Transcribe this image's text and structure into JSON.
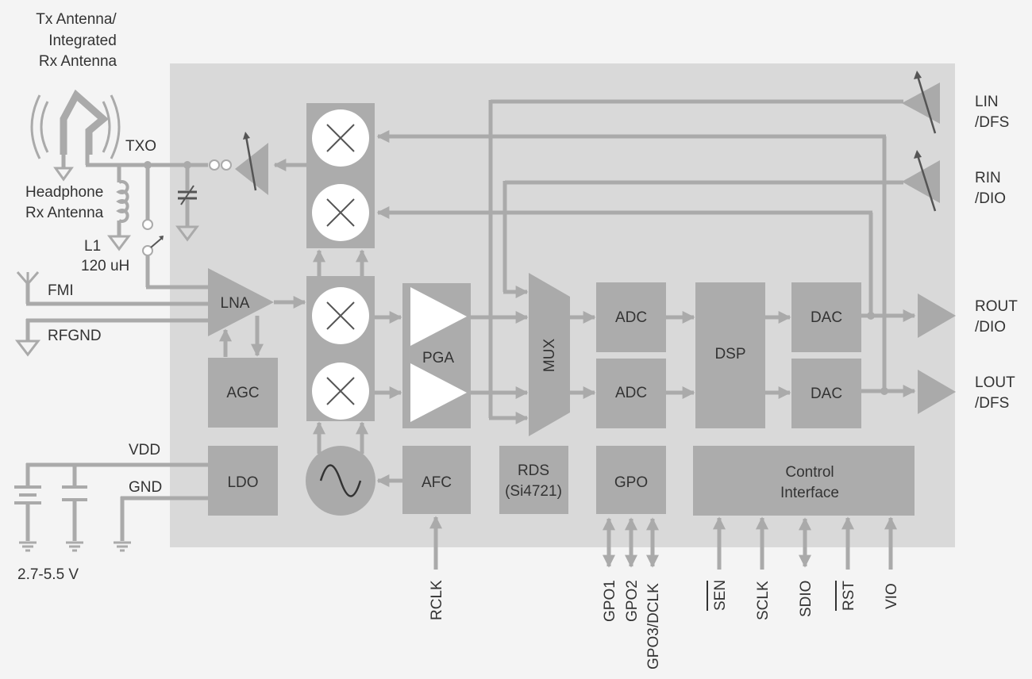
{
  "labels": {
    "antenna_line1": "Tx Antenna/",
    "antenna_line2": "Integrated",
    "antenna_line3": "Rx Antenna",
    "txo": "TXO",
    "headphone_line1": "Headphone",
    "headphone_line2": "Rx Antenna",
    "l1": "L1",
    "l1_value": "120 uH",
    "fmi": "FMI",
    "rfgnd": "RFGND",
    "vdd": "VDD",
    "gnd": "GND",
    "supply": "2.7-5.5 V"
  },
  "blocks": {
    "lna": "LNA",
    "agc": "AGC",
    "pga": "PGA",
    "mux": "MUX",
    "adc1": "ADC",
    "adc2": "ADC",
    "dsp": "DSP",
    "dac1": "DAC",
    "dac2": "DAC",
    "ldo": "LDO",
    "afc": "AFC",
    "rds_line1": "RDS",
    "rds_line2": "(Si4721)",
    "gpo": "GPO",
    "control_line1": "Control",
    "control_line2": "Interface"
  },
  "outputs": {
    "lin_1": "LIN",
    "lin_2": "/DFS",
    "rin_1": "RIN",
    "rin_2": "/DIO",
    "rout_1": "ROUT",
    "rout_2": "/DIO",
    "lout_1": "LOUT",
    "lout_2": "/DFS"
  },
  "pins": {
    "rclk": "RCLK",
    "gpo1": "GPO1",
    "gpo2": "GPO2",
    "gpo3": "GPO3/DCLK",
    "sen": "SEN",
    "sclk": "SCLK",
    "sdio": "SDIO",
    "rst": "RST",
    "vio": "VIO"
  }
}
